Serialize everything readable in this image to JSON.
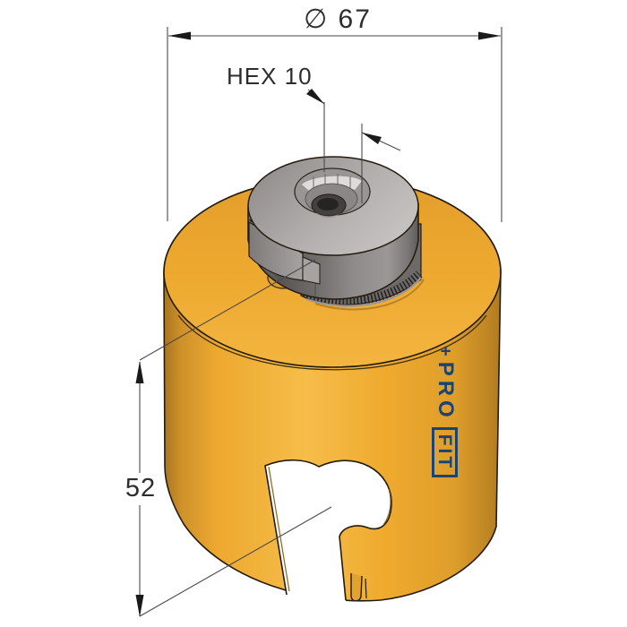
{
  "drawing": {
    "title": "hole-saw-technical-drawing",
    "dimensions": {
      "diameter": {
        "label": "∅ 67"
      },
      "hex": {
        "label": "HEX 10"
      },
      "height": {
        "label": "52"
      }
    },
    "brand": {
      "prefix": "+",
      "part1": "PRO",
      "part2": "FIT"
    },
    "colors": {
      "body_yellow": "#EFAC31",
      "body_highlight": "#F6BD49",
      "body_shadow": "#A87520",
      "cap_gray": "#A8A4A3",
      "logo_navy": "#1C4470",
      "outline": "#241B10",
      "dimension_line": "#4A4A4A"
    }
  }
}
